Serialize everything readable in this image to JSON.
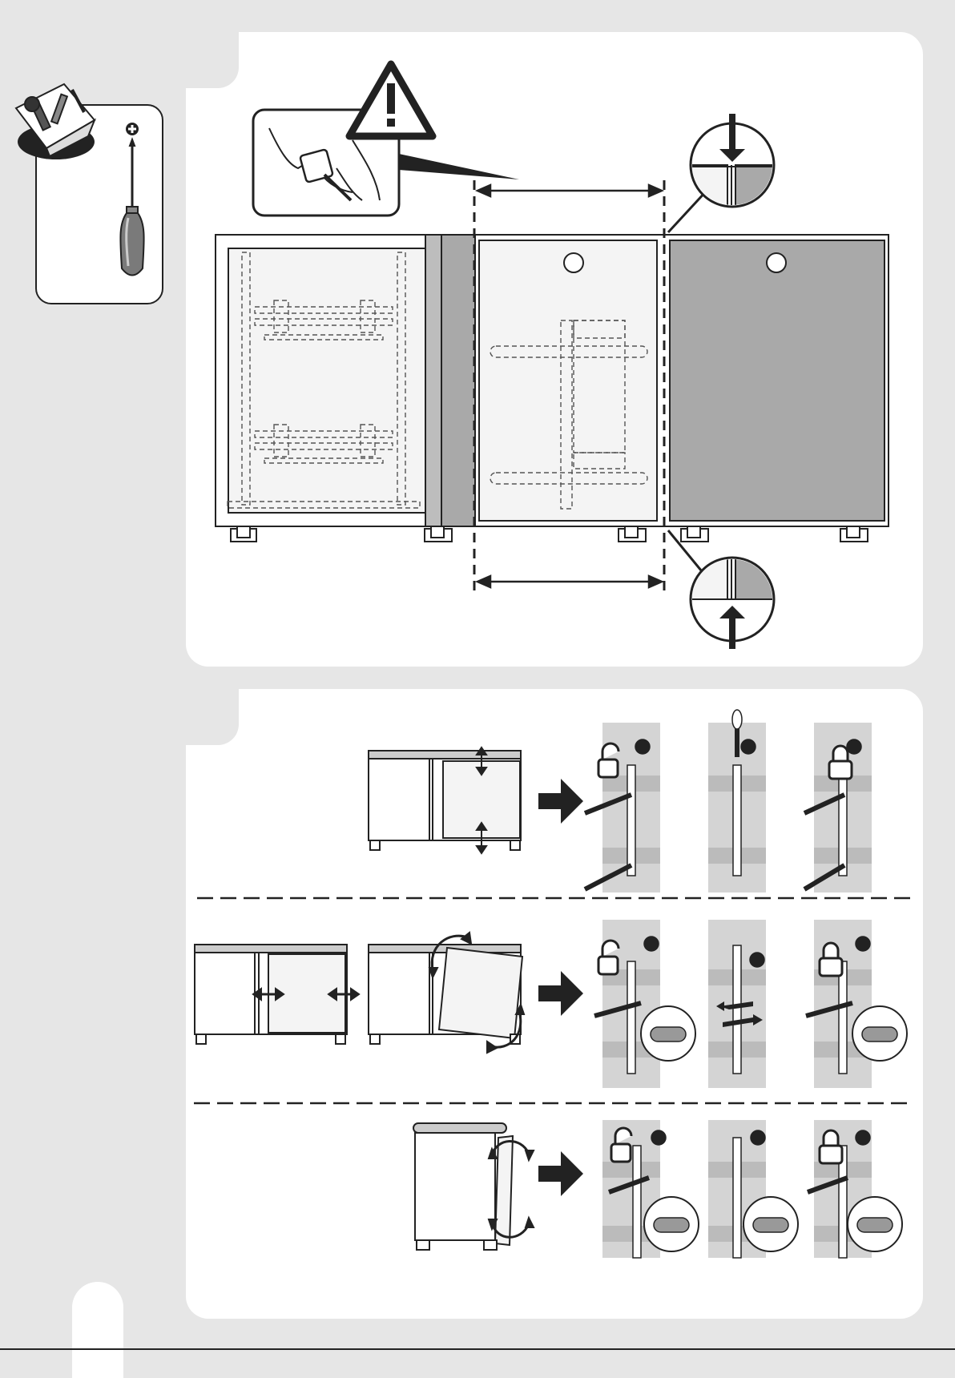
{
  "document": {
    "type": "assembly-instructions",
    "panels": [
      {
        "id": "panel-measure",
        "content": "cabinet-alignment-measurement"
      },
      {
        "id": "panel-adjust",
        "content": "hinge-adjustment-steps"
      }
    ]
  },
  "tools": {
    "items": [
      {
        "icon": "phillips-screwdriver-icon"
      }
    ]
  },
  "icons": {
    "warning": "warning-triangle-icon",
    "tape": "tape-measure-hands-icon",
    "lock_open": "unlocked-padlock-icon",
    "lock_closed": "locked-padlock-icon",
    "arrow": "right-arrow-icon"
  },
  "colors": {
    "ink": "#222222",
    "panel": "#ffffff",
    "background": "#e6e6e6",
    "door_fill": "#f4f4f4",
    "grey_door": "#a9a9a9",
    "side": "#bdbdbd",
    "wall": "#d4d4d4"
  }
}
